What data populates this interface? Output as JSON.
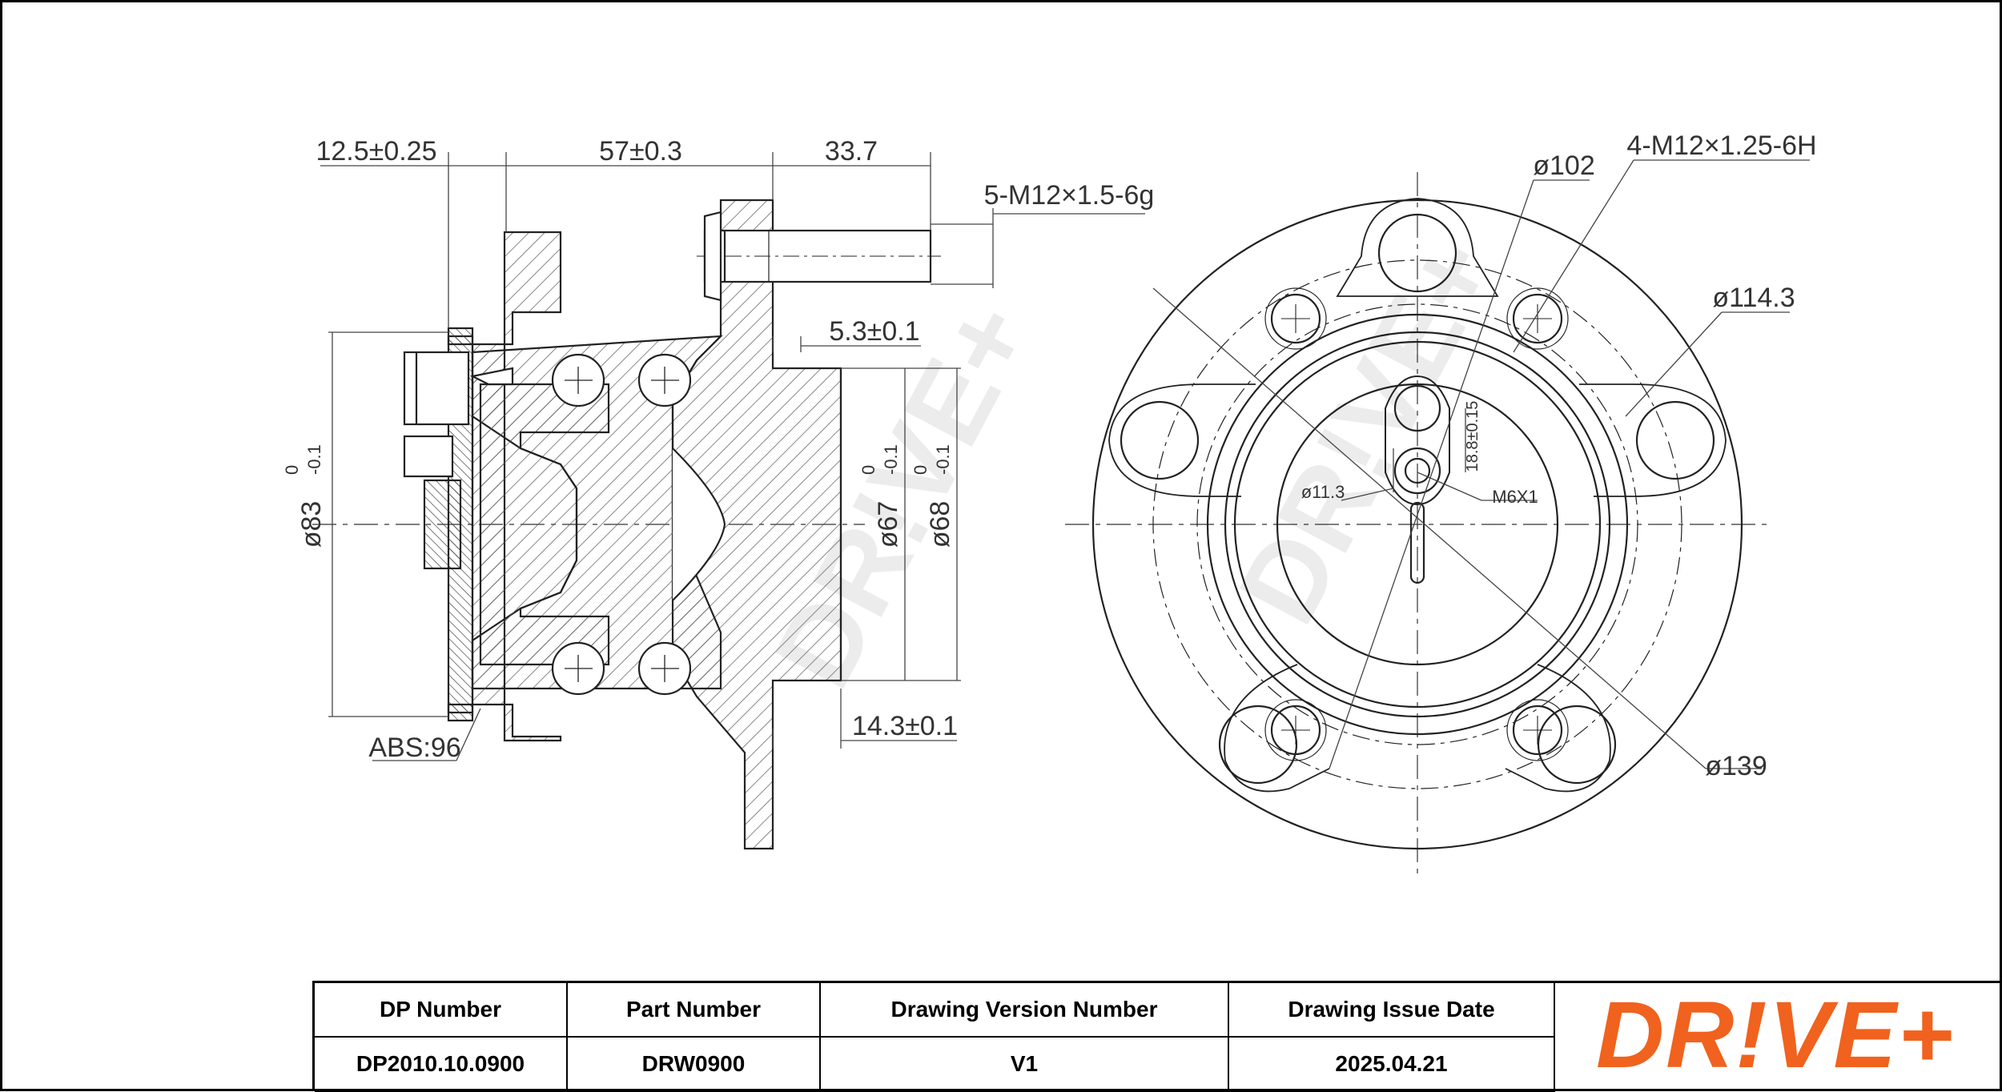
{
  "dimensions": {
    "d1": "12.5±0.25",
    "d2": "57±0.3",
    "d3": "33.7",
    "thread_bolt": "5-M12×1.5-6g",
    "d_5_3": "5.3±0.1",
    "d_14_3": "14.3±0.1",
    "dia83": "ø83",
    "dia83_tol_upper": "0",
    "dia83_tol_lower": "-0.1",
    "dia67": "ø67",
    "dia67_tol_upper": "0",
    "dia67_tol_lower": "-0.1",
    "dia68": "ø68",
    "dia68_tol_upper": "0",
    "dia68_tol_lower": "-0.1",
    "abs": "ABS:96",
    "dia102": "ø102",
    "thread_hole": "4-M12×1.25-6H",
    "dia114": "ø114.3",
    "dia139": "ø139",
    "dia11": "ø11.3",
    "m6": "M6X1",
    "d_18_8": "18.8±0.15"
  },
  "watermark": "DR!VE+",
  "title_block": {
    "headers": [
      "DP Number",
      "Part Number",
      "Drawing Version Number",
      "Drawing Issue Date"
    ],
    "values": [
      "DP2010.10.0900",
      "DRW0900",
      "V1",
      "2025.04.21"
    ]
  },
  "logo": {
    "text": "DR!VE+",
    "color": "#f0621e"
  }
}
